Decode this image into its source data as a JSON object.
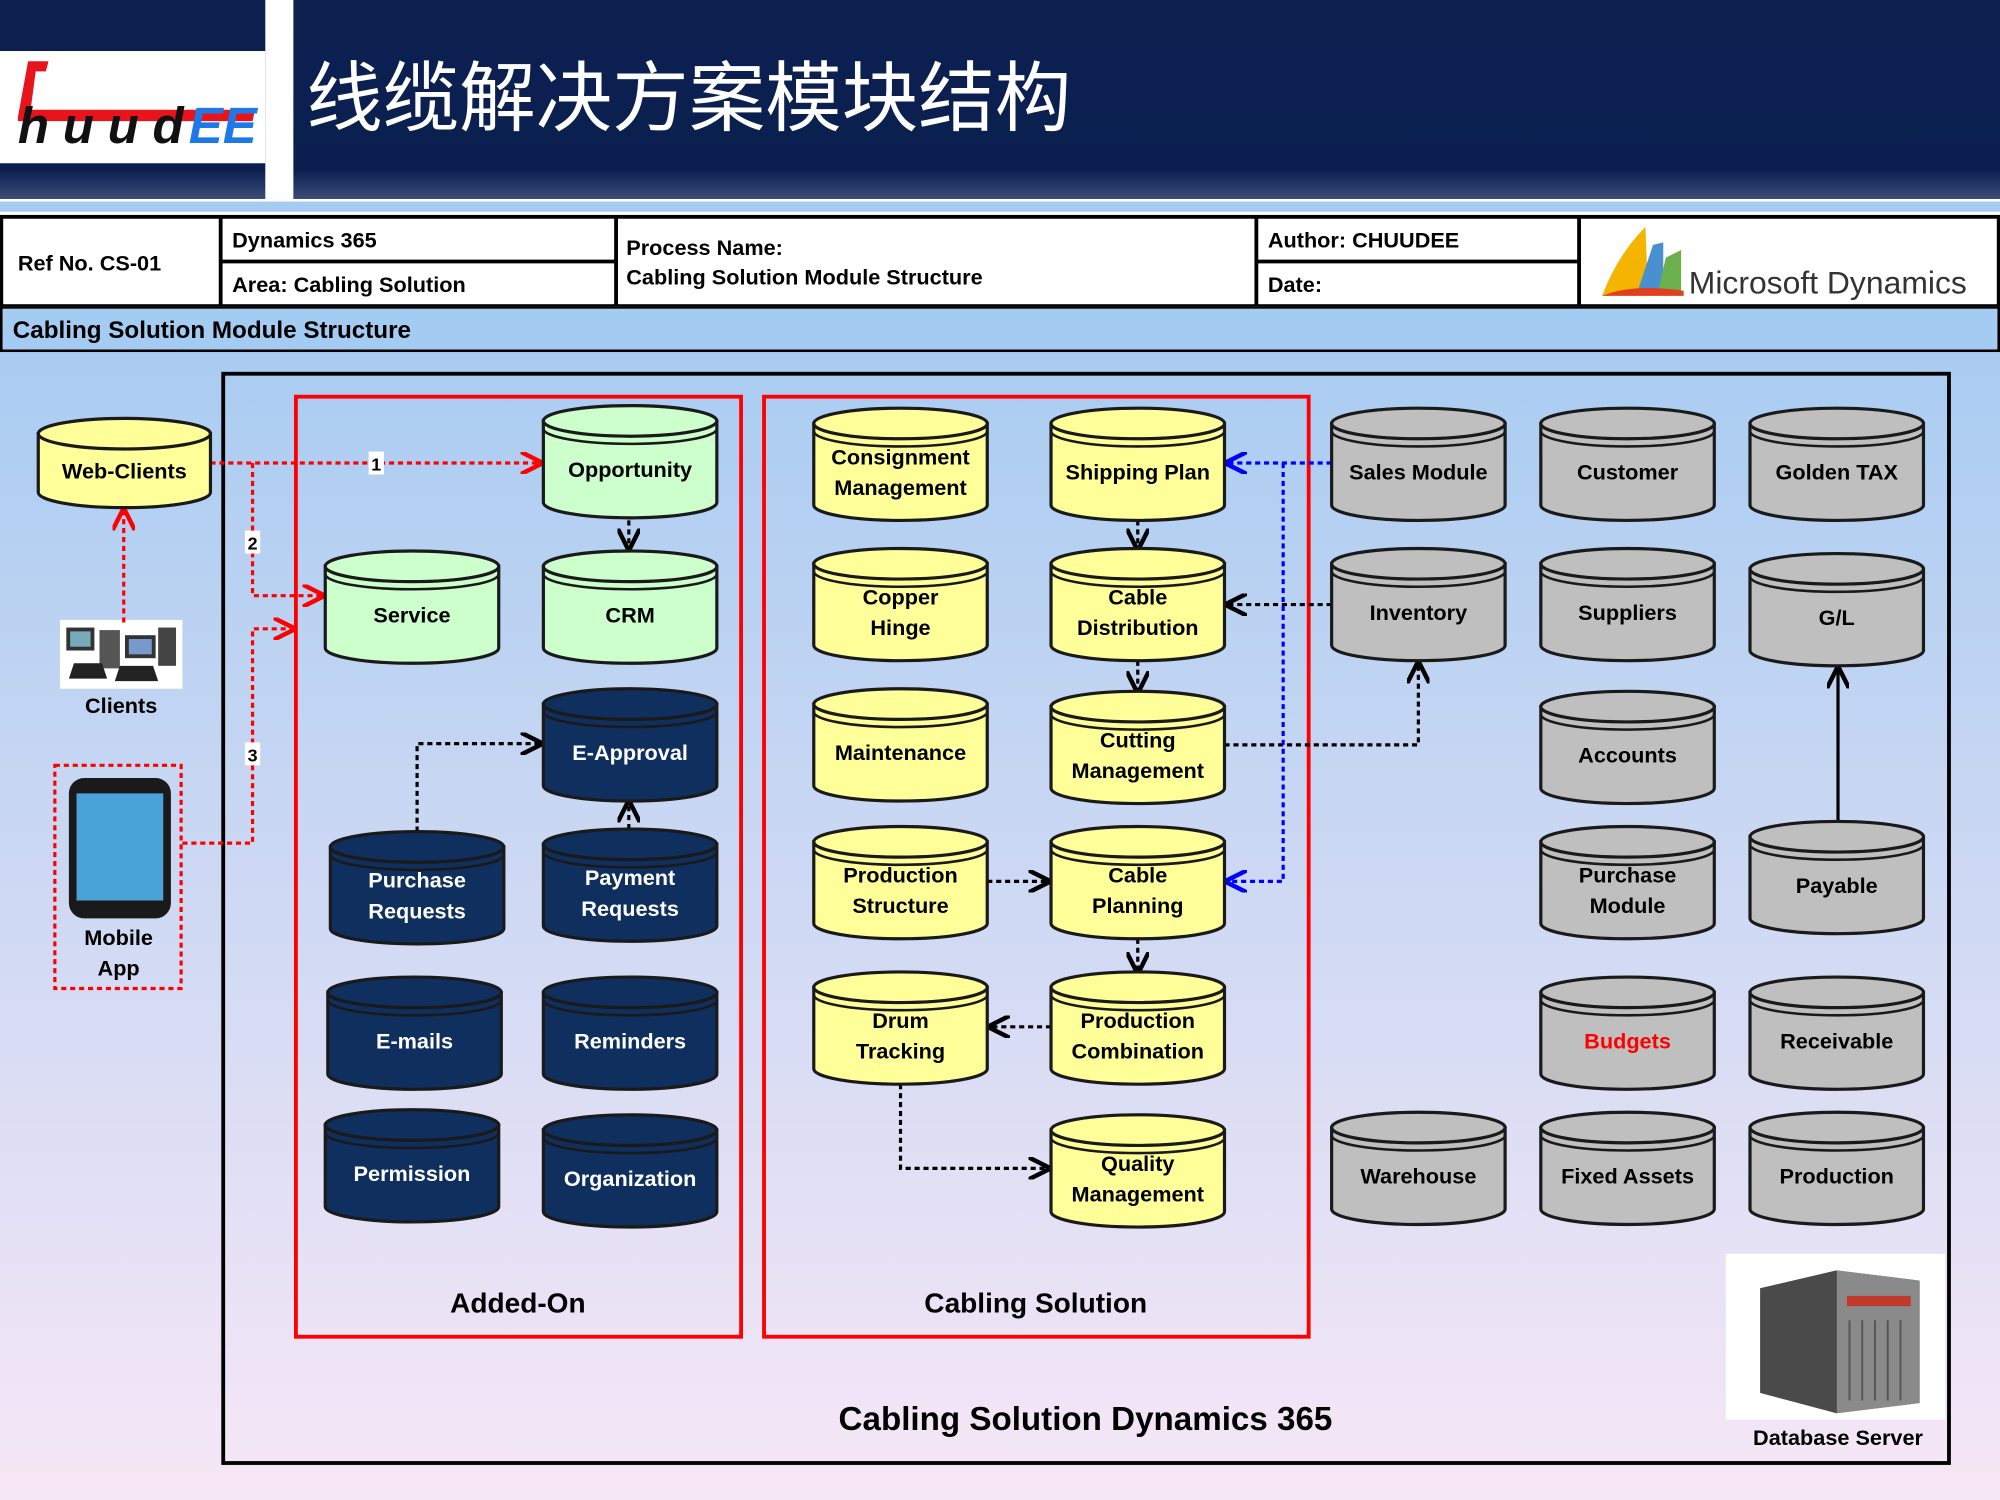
{
  "header": {
    "title": "线缆解决方案模块结构",
    "logo_text": "ChuuDEE",
    "colors": {
      "bar": "#0a2050",
      "logo_red": "#e8141c",
      "logo_blue": "#1e78e8"
    }
  },
  "info": {
    "ref_no": "Ref No. CS-01",
    "product": "Dynamics 365",
    "area": "Area: Cabling Solution",
    "process_label": "Process Name:",
    "process_name": "Cabling Solution Module Structure",
    "author": "Author: CHUUDEE",
    "date": "Date:",
    "ms_logo_text": "Microsoft Dynamics"
  },
  "section_title": "Cabling Solution Module Structure",
  "clients": {
    "web_clients": "Web-Clients",
    "clients": "Clients",
    "mobile_app": [
      "Mobile",
      "App"
    ],
    "connectors": [
      "1",
      "2",
      "3"
    ]
  },
  "groups": {
    "added_on": "Added-On",
    "cabling_solution": "Cabling Solution",
    "system": "Cabling Solution Dynamics 365",
    "database_server": "Database Server"
  },
  "colors": {
    "crm_fill": "#ccffcc",
    "addon_fill": "#0f2f5e",
    "cabling_fill": "#ffff99",
    "erp_fill": "#bfbfbf",
    "highlight_text": "#ff0000",
    "client_flow": "#ff0000",
    "sales_flow": "#0000ff"
  },
  "modules": {
    "crm": [
      [
        "Opportunity"
      ],
      [
        "Service"
      ],
      [
        "CRM"
      ]
    ],
    "added_on": [
      [
        "E-Approval"
      ],
      [
        "Purchase",
        "Requests"
      ],
      [
        "Payment",
        "Requests"
      ],
      [
        "E-mails"
      ],
      [
        "Reminders"
      ],
      [
        "Permission"
      ],
      [
        "Organization"
      ]
    ],
    "cabling": [
      [
        "Consignment",
        "Management"
      ],
      [
        "Shipping Plan"
      ],
      [
        "Copper",
        "Hinge"
      ],
      [
        "Cable",
        "Distribution"
      ],
      [
        "Maintenance"
      ],
      [
        "Cutting",
        "Management"
      ],
      [
        "Production",
        "Structure"
      ],
      [
        "Cable",
        "Planning"
      ],
      [
        "Drum",
        "Tracking"
      ],
      [
        "Production",
        "Combination"
      ],
      [
        "Quality",
        "Management"
      ]
    ],
    "erp": [
      [
        "Sales Module"
      ],
      [
        "Customer"
      ],
      [
        "Golden TAX"
      ],
      [
        "Inventory"
      ],
      [
        "Suppliers"
      ],
      [
        "G/L"
      ],
      [
        "Accounts"
      ],
      [
        "Purchase",
        "Module"
      ],
      [
        "Payable"
      ],
      [
        "Budgets"
      ],
      [
        "Receivable"
      ],
      [
        "Warehouse"
      ],
      [
        "Fixed Assets"
      ],
      [
        "Production"
      ]
    ]
  }
}
